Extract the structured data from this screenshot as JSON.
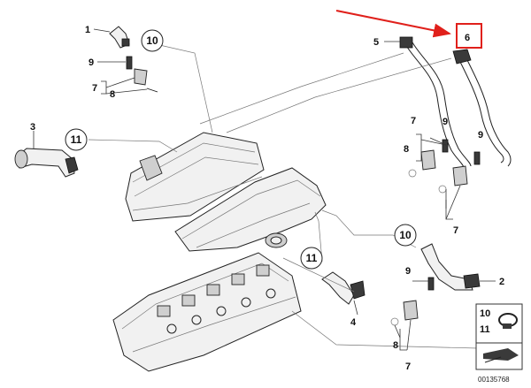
{
  "diagram": {
    "labels": {
      "n1": "1",
      "n2": "2",
      "n3": "3",
      "n4": "4",
      "n5": "5",
      "n6": "6",
      "n7a": "7",
      "n7b": "7",
      "n7c": "7",
      "n7d": "7",
      "n8a": "8",
      "n8b": "8",
      "n8c": "8",
      "n9a": "9",
      "n9b": "9",
      "n9c": "9",
      "n9d": "9",
      "c10a": "10",
      "c10b": "10",
      "c11a": "11",
      "c11b": "11",
      "legend10": "10",
      "legend11": "11"
    },
    "doc_number": "00135768",
    "highlight_color": "#e0201b"
  }
}
